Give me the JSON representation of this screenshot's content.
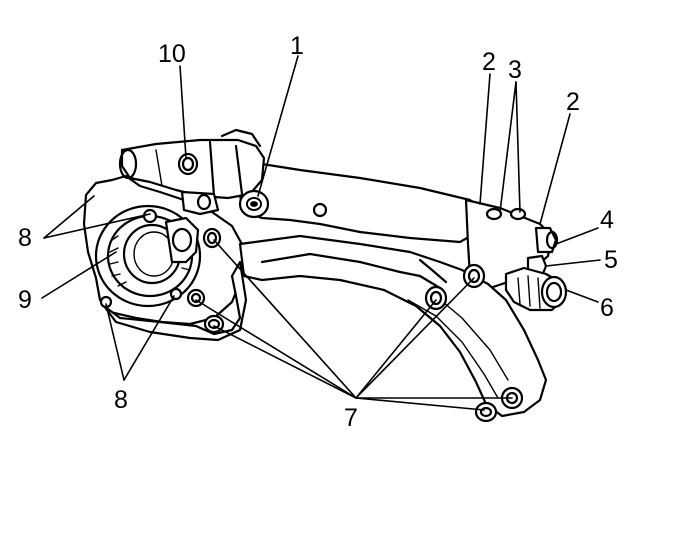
{
  "callouts": [
    {
      "id": "1",
      "label": "1"
    },
    {
      "id": "2a",
      "label": "2"
    },
    {
      "id": "3",
      "label": "3"
    },
    {
      "id": "2b",
      "label": "2"
    },
    {
      "id": "4",
      "label": "4"
    },
    {
      "id": "5",
      "label": "5"
    },
    {
      "id": "6",
      "label": "6"
    },
    {
      "id": "7",
      "label": "7"
    },
    {
      "id": "8a",
      "label": "8"
    },
    {
      "id": "8b",
      "label": "8"
    },
    {
      "id": "9",
      "label": "9"
    },
    {
      "id": "10",
      "label": "10"
    }
  ],
  "colors": {
    "line": "#000000",
    "background": "#ffffff"
  }
}
